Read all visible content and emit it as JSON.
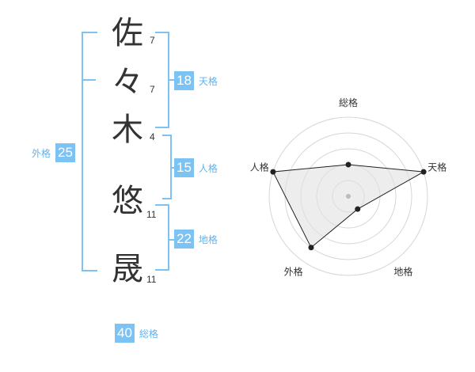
{
  "characters": [
    {
      "char": "佐",
      "strokes": "7"
    },
    {
      "char": "々",
      "strokes": "7"
    },
    {
      "char": "木",
      "strokes": "4"
    },
    {
      "char": "悠",
      "strokes": "11"
    },
    {
      "char": "晟",
      "strokes": "11"
    }
  ],
  "kakusu": {
    "tenkaku": {
      "value": "18",
      "label": "天格"
    },
    "jinkaku": {
      "value": "15",
      "label": "人格"
    },
    "chikaku": {
      "value": "22",
      "label": "地格"
    },
    "gaikaku": {
      "value": "25",
      "label": "外格"
    },
    "soukaku": {
      "value": "40",
      "label": "総格"
    }
  },
  "chart_data": {
    "type": "radar",
    "axes": [
      "総格",
      "天格",
      "地格",
      "外格",
      "人格"
    ],
    "values": [
      2,
      5,
      1,
      4,
      5
    ],
    "max": 5
  },
  "colors": {
    "accent": "#7cc3f4",
    "label": "#5fb3ec"
  }
}
